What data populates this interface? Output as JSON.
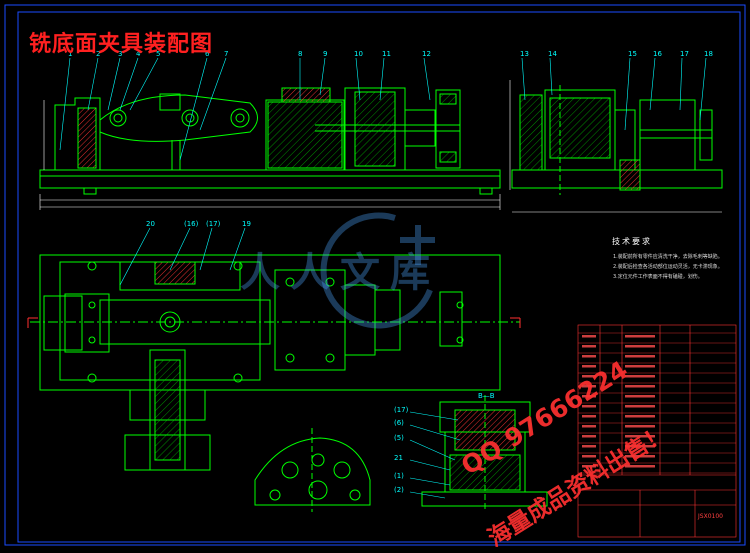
{
  "drawing": {
    "title": "铣底面夹具装配图",
    "part_labels_top": [
      "1",
      "2",
      "3",
      "4",
      "5",
      "6",
      "7",
      "8",
      "9",
      "10",
      "11",
      "12"
    ],
    "part_labels_right": [
      "13",
      "14",
      "15",
      "16",
      "17",
      "18"
    ],
    "part_labels_plan": [
      "20",
      "(16)",
      "(17)",
      "19"
    ],
    "part_labels_section": [
      "(17)",
      "(6)",
      "(5)",
      "21",
      "(1)",
      "(2)"
    ],
    "section_label": "B—B",
    "tech_requirements": {
      "heading": "技术要求",
      "lines": [
        "1.装配前所有零件应清洗干净，去除毛刺等缺陷。",
        "2.装配后检查各活动部位运动灵活，无卡滞现象。",
        "3.定位元件工作表面不得有磕碰，划伤。"
      ]
    },
    "drawing_code": "JSX0100",
    "colors": {
      "background": "#000000",
      "title": "#ff2020",
      "outline": "#00ff00",
      "dimension": "#ffffff",
      "hatch": "#ff3333",
      "leader": "#00ffff",
      "border": "#1a4dff"
    }
  },
  "watermarks": {
    "site_text": "人人文库",
    "qq_text": "QQ 97666224",
    "sale_text": "海量成品资料出售！"
  }
}
